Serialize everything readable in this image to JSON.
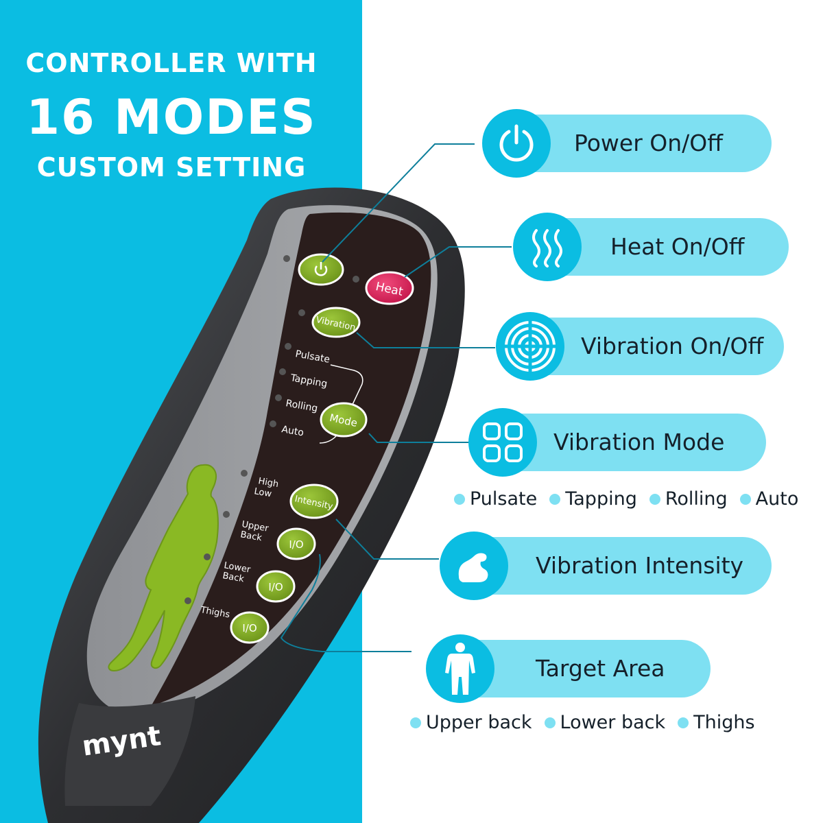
{
  "headline": {
    "line1": "CONTROLLER WITH",
    "line2": "16 MODES",
    "line3": "CUSTOM SETTING"
  },
  "remote": {
    "brand": "mynt",
    "buttons": {
      "heat": "Heat",
      "vibration": "Vibration",
      "mode": "Mode",
      "intensity": "Intensity",
      "upper_io": "I/O",
      "lower_io": "I/O",
      "thighs_io": "I/O"
    },
    "labels": {
      "pulsate": "Pulsate",
      "tapping": "Tapping",
      "rolling": "Rolling",
      "auto": "Auto",
      "high": "High",
      "low": "Low",
      "upper": "Upper",
      "upper_back": "Back",
      "lower": "Lower",
      "lower_back": "Back",
      "thighs": "Thighs"
    }
  },
  "features": [
    {
      "label": "Power On/Off",
      "icon": "power-icon"
    },
    {
      "label": "Heat On/Off",
      "icon": "heat-waves-icon"
    },
    {
      "label": "Vibration On/Off",
      "icon": "vibration-rings-icon"
    },
    {
      "label": "Vibration Mode",
      "icon": "four-squares-icon"
    },
    {
      "label": "Vibration Intensity",
      "icon": "flexed-arm-icon"
    },
    {
      "label": "Target Area",
      "icon": "human-body-icon"
    }
  ],
  "mode_options": [
    "Pulsate",
    "Tapping",
    "Rolling",
    "Auto"
  ],
  "area_options": [
    "Upper back",
    "Lower back",
    "Thighs"
  ],
  "colors": {
    "blue": "#0bbde2",
    "light_blue": "#7ee0f2",
    "button_green": "#7faa25",
    "heat_red": "#e0245e",
    "remote_dark": "#2f3033"
  }
}
